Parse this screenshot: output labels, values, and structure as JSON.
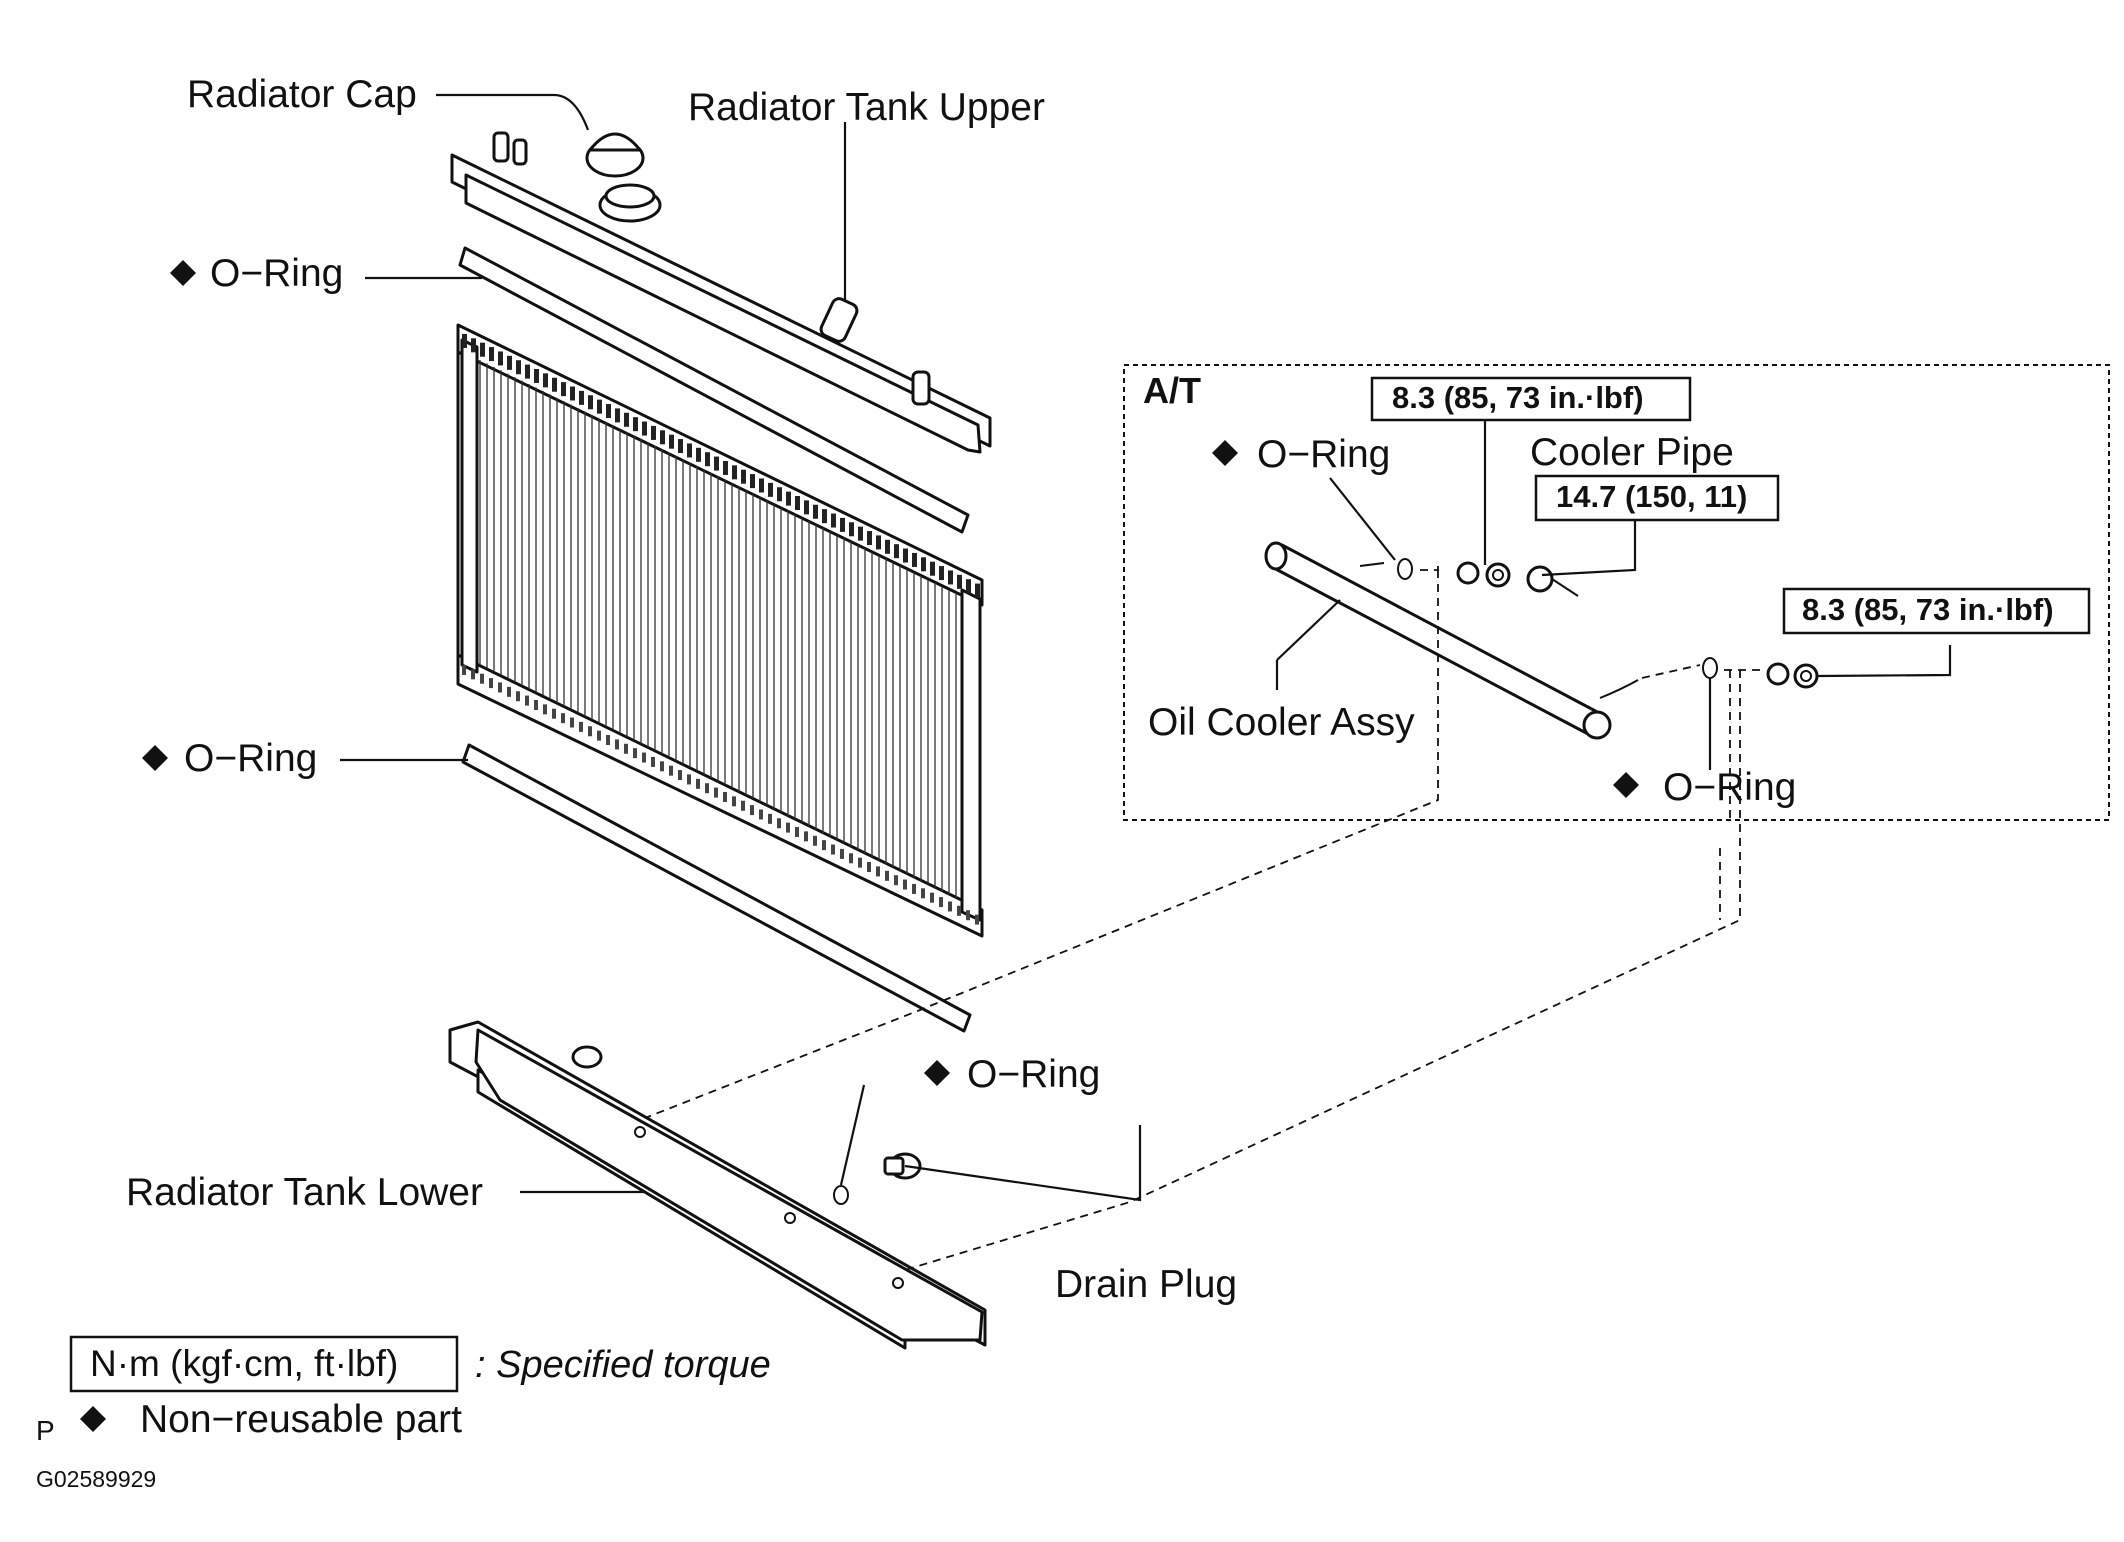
{
  "labels": {
    "radiator_cap": "Radiator Cap",
    "radiator_tank_upper": "Radiator Tank Upper",
    "o_ring": "O−Ring",
    "radiator_tank_lower": "Radiator Tank Lower",
    "drain_plug": "Drain Plug",
    "at_section": "A/T",
    "cooler_pipe": "Cooler Pipe",
    "oil_cooler_assy": "Oil Cooler Assy"
  },
  "torque_specs": {
    "cooler_pipe_nut_top": "8.3 (85, 73 in.·lbf)",
    "cooler_pipe_bolt": "14.7 (150, 11)",
    "cooler_pipe_nut_right": "8.3 (85, 73 in.·lbf)"
  },
  "legend": {
    "torque_unit_box": "N·m (kgf·cm, ft·lbf)",
    "torque_caption": ": Specified torque",
    "page_mark": "P",
    "non_reusable": "Non−reusable part"
  },
  "figure_id": "G02589929",
  "icons": {
    "non_reusable_marker": "diamond-icon"
  }
}
